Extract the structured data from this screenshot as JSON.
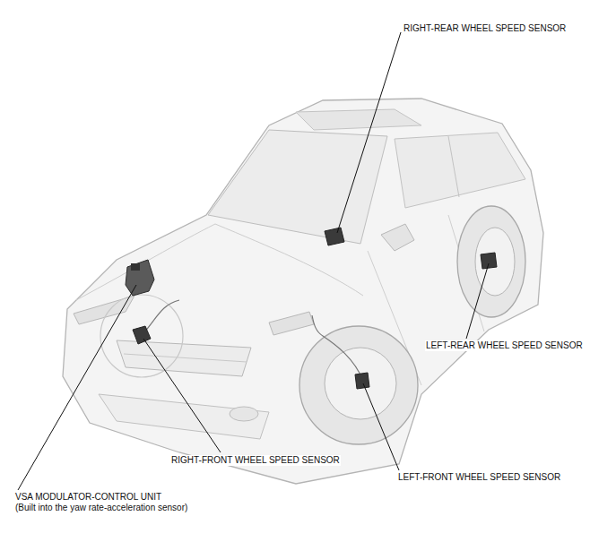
{
  "diagram": {
    "labels": [
      "RIGHT-REAR WHEEL SPEED SENSOR",
      "LEFT-REAR WHEEL SPEED SENSOR",
      "RIGHT-FRONT WHEEL SPEED SENSOR",
      "LEFT-FRONT WHEEL SPEED SENSOR",
      "VSA MODULATOR-CONTROL UNIT",
      "(Built into the yaw rate-acceleration sensor)"
    ]
  }
}
